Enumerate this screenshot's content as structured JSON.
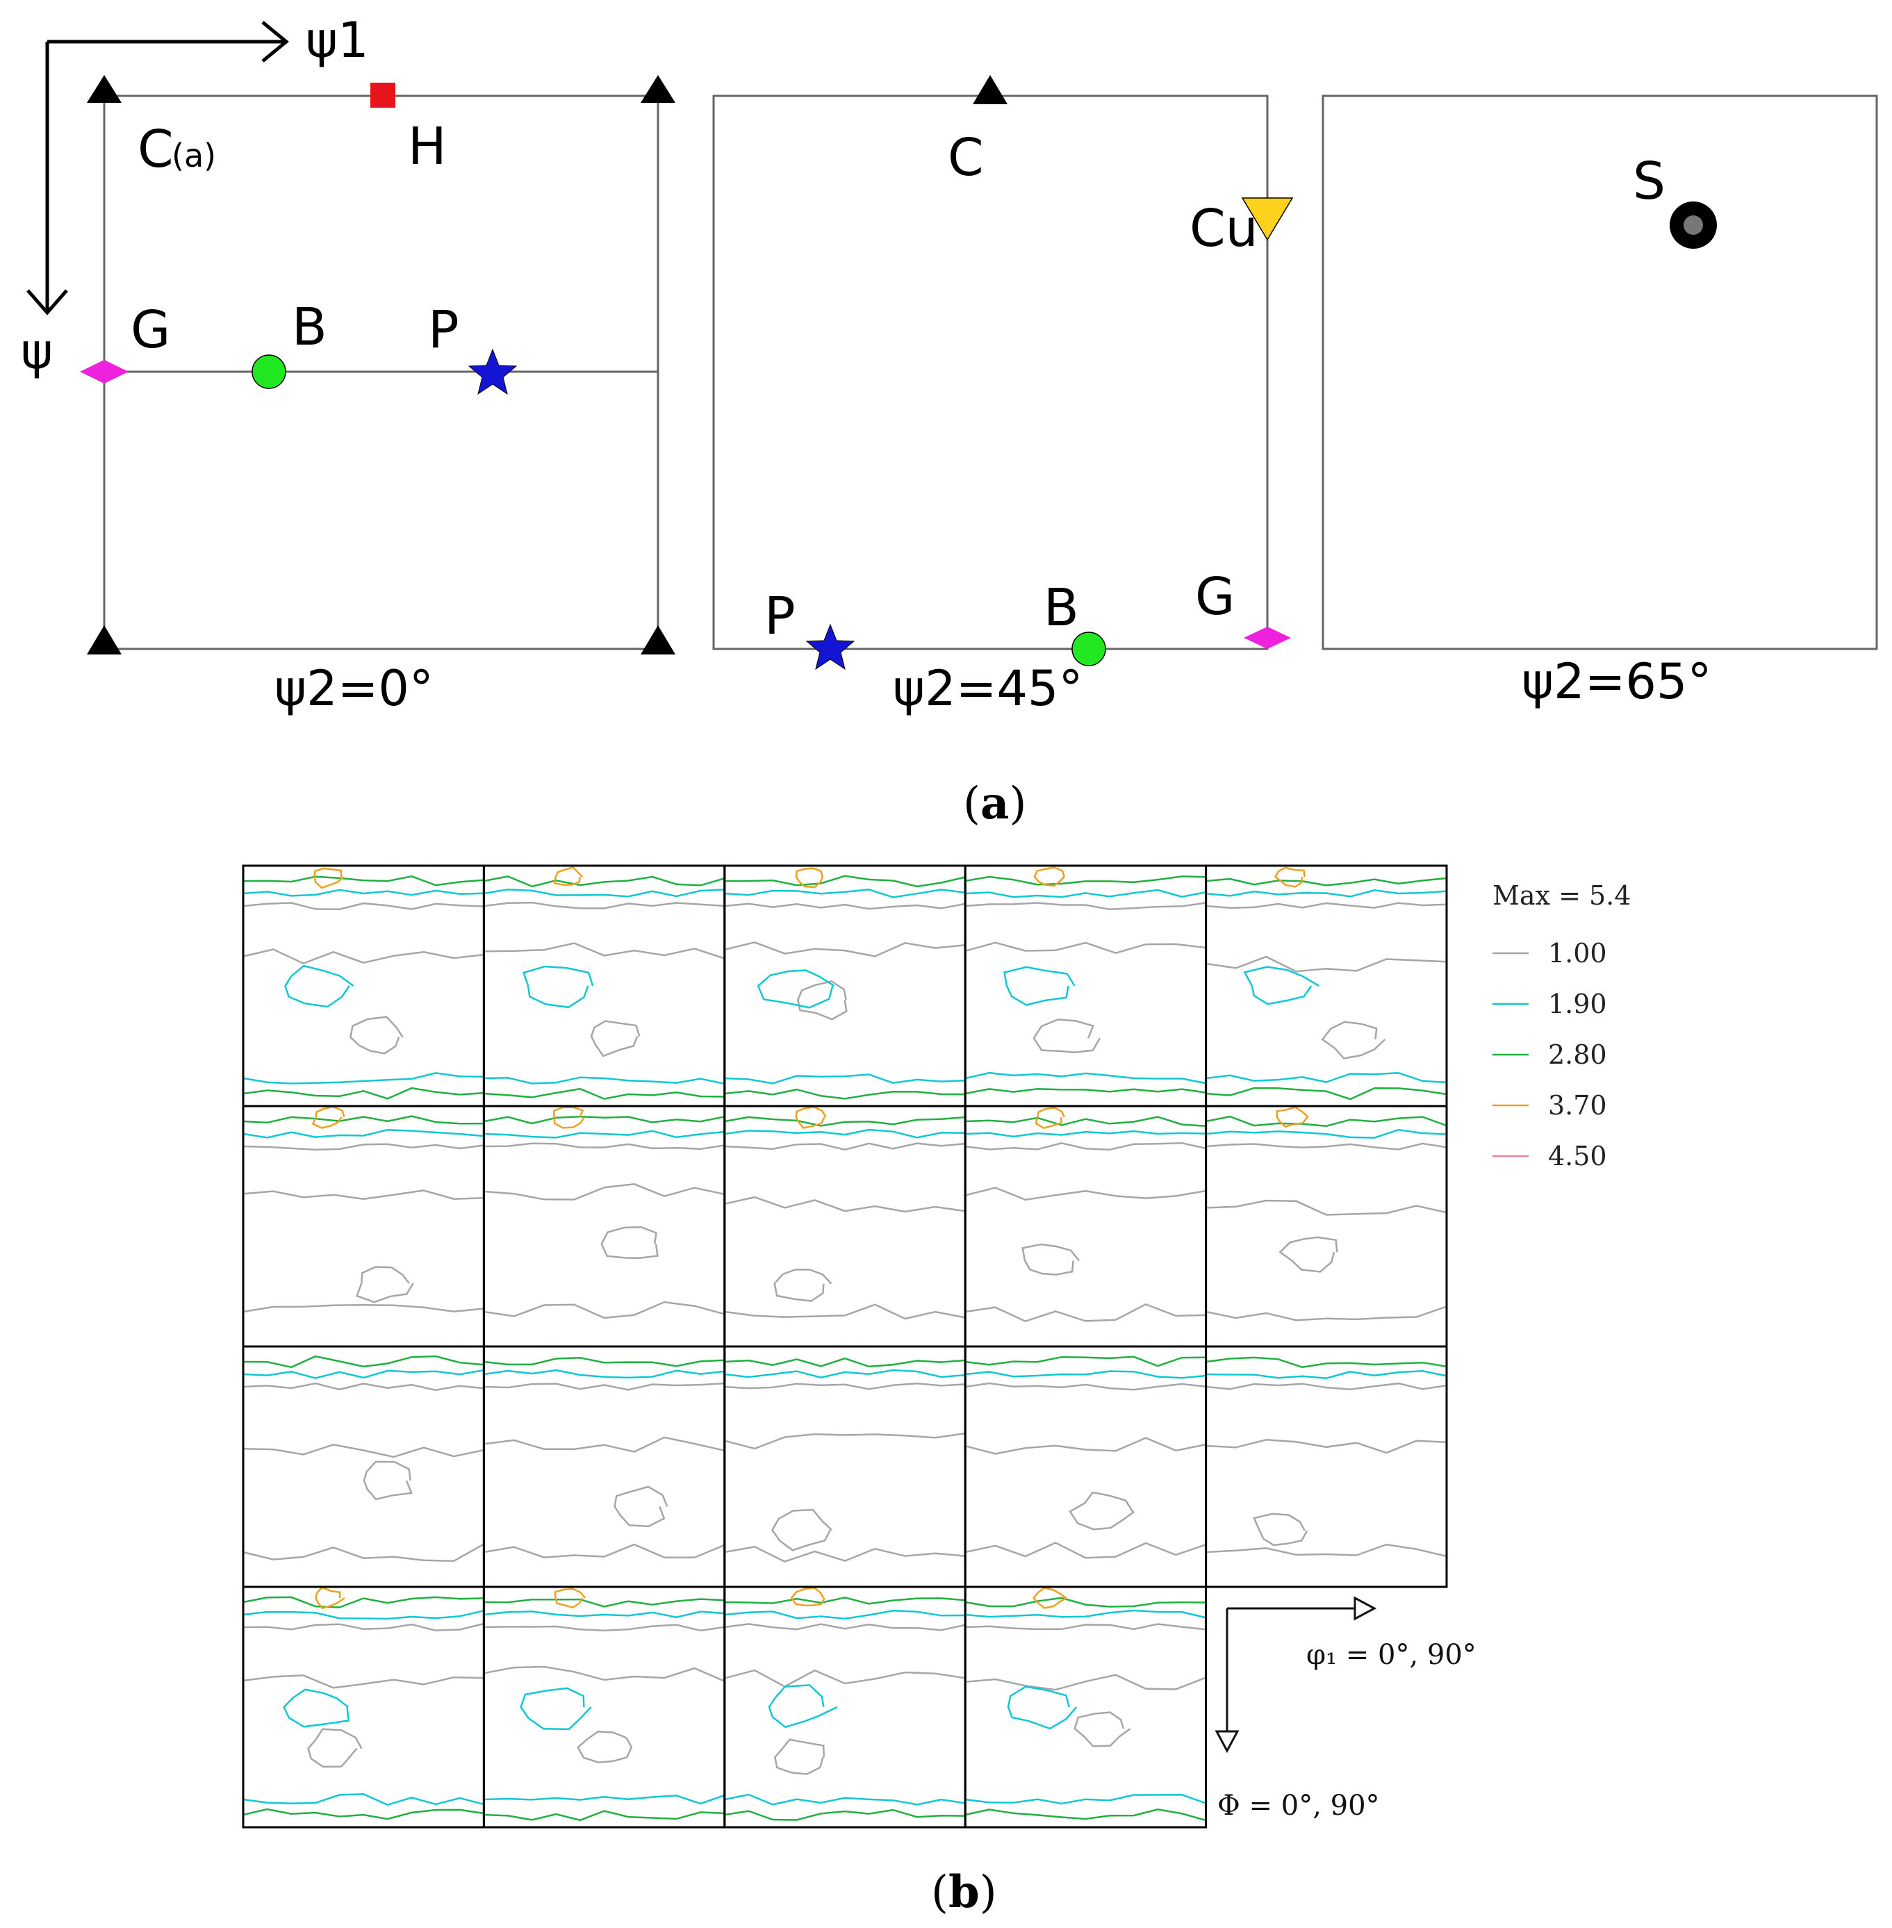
{
  "panel_a": {
    "caption": {
      "open": "(",
      "letter": "a",
      "close": ")"
    },
    "axes": {
      "horizontal": "ψ1",
      "vertical": "ψ"
    },
    "sections": [
      {
        "title": "ψ2=0°"
      },
      {
        "title": "ψ2=45°"
      },
      {
        "title": "ψ2=65°"
      }
    ],
    "labels": {
      "c_left": "C",
      "c_left_sub": "(a)",
      "h": "H",
      "g_left": "G",
      "b_left": "B",
      "p_left": "P",
      "c_mid": "C",
      "cu": "Cu",
      "p_mid": "P",
      "b_mid": "B",
      "g_mid": "G",
      "s": "S"
    },
    "colors": {
      "triangle": "#000000",
      "h_square": "#e8141c",
      "g_diamond": "#ee22dd",
      "b_circle": "#22e822",
      "p_star": "#1414d4",
      "cu_triangle": "#ffd21e",
      "s_outer": "#000000",
      "s_inner": "#777777"
    }
  },
  "panel_b": {
    "caption": {
      "open": "(",
      "letter": "b",
      "close": ")"
    },
    "legend": {
      "max_label": "Max = 5.4",
      "levels": [
        {
          "label": "1.00",
          "color": "#a6a6a6"
        },
        {
          "label": "1.90",
          "color": "#10c8d4"
        },
        {
          "label": "2.80",
          "color": "#20b040"
        },
        {
          "label": "3.70",
          "color": "#f0a020"
        },
        {
          "label": "4.50",
          "color": "#f080a0"
        }
      ]
    },
    "axis_phi1": "φ₁ = 0°, 90°",
    "axis_Phi": "Φ = 0°, 90°",
    "grid": {
      "rows": 4,
      "row_lengths": [
        5,
        5,
        5,
        4
      ]
    }
  }
}
